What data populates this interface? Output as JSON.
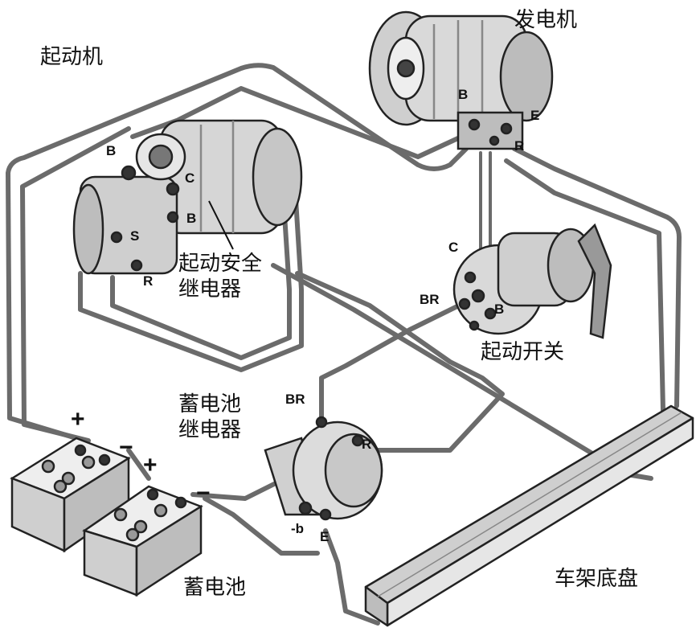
{
  "labels": {
    "starter": "起动机",
    "alternator": "发电机",
    "starter_relay_line1": "起动安全",
    "starter_relay_line2": "继电器",
    "ignition_switch": "起动开关",
    "battery_relay_line1": "蓄电池",
    "battery_relay_line2": "继电器",
    "batteries": "蓄电池",
    "chassis": "车架底盘"
  },
  "terminals": {
    "starter_b_top": "B",
    "starter_c": "C",
    "starter_b_lower": "B",
    "starter_s": "S",
    "starter_r": "R",
    "alt_b": "B",
    "alt_e": "E",
    "alt_r": "R",
    "switch_c": "C",
    "switch_br": "BR",
    "switch_b": "B",
    "relay_br": "BR",
    "relay_r": "R",
    "relay_b": "-b",
    "relay_e": "E"
  },
  "signs": {
    "battery1_plus": "+",
    "battery1_minus": "−",
    "battery2_plus": "+",
    "battery2_minus": "−"
  },
  "colors": {
    "wire": "#6b6b6b",
    "outline": "#222222",
    "body": "#d9d9d9"
  }
}
